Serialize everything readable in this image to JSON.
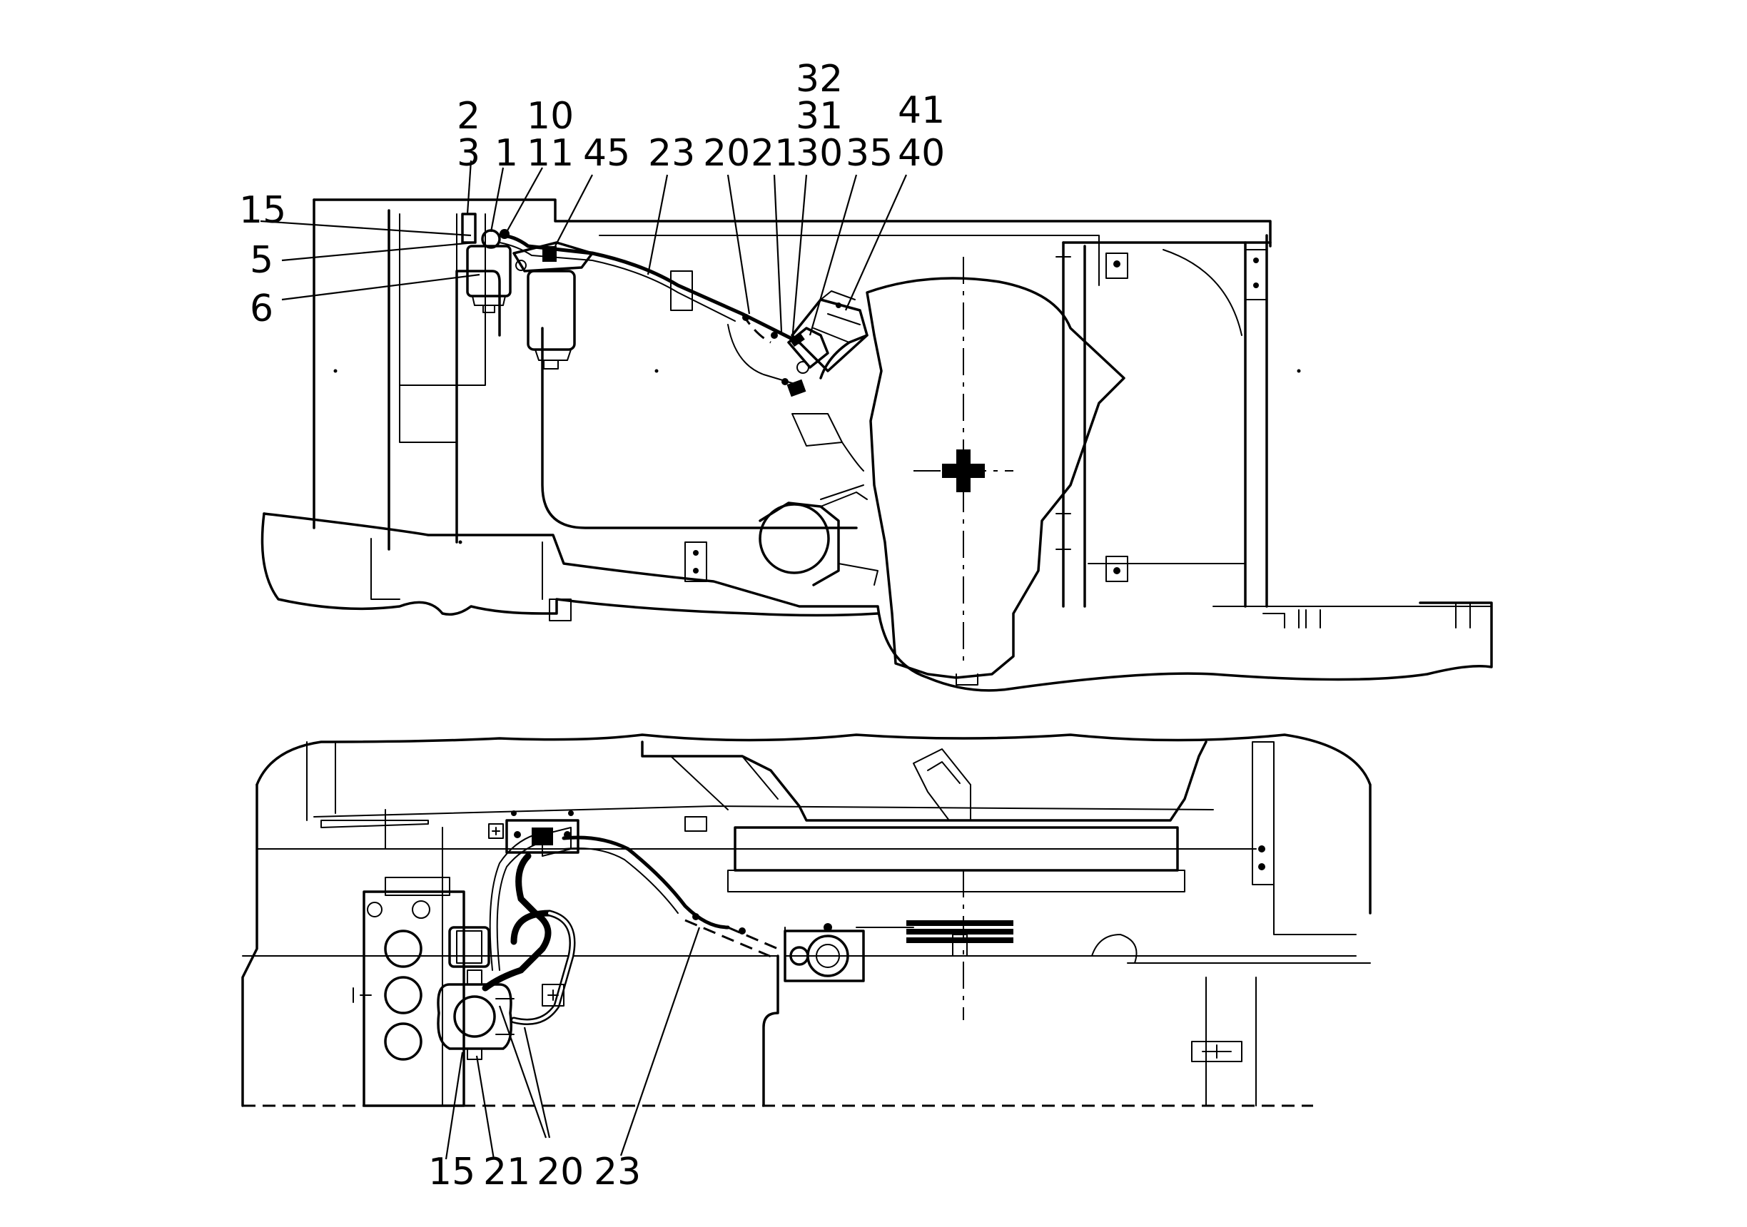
{
  "diagram": {
    "top_view_callouts": [
      "2",
      "3",
      "1",
      "10",
      "11",
      "45",
      "23",
      "20",
      "21",
      "32",
      "31",
      "30",
      "35",
      "41",
      "40",
      "15",
      "5",
      "6"
    ],
    "bottom_view_callouts": [
      "15",
      "21",
      "20",
      "23"
    ]
  }
}
